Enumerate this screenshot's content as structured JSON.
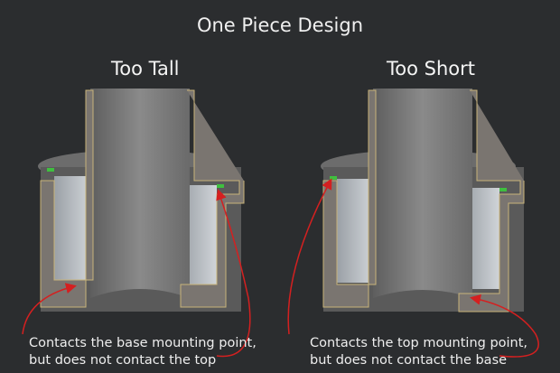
{
  "title": "One Piece Design",
  "panels": [
    {
      "heading": "Too Tall",
      "caption_line1": "Contacts the base mounting point,",
      "caption_line2": "but does not contact the top"
    },
    {
      "heading": "Too Short",
      "caption_line1": "Contacts the top mounting point,",
      "caption_line2": "but does not contact the base"
    }
  ],
  "colors": {
    "background": "#2b2d2f",
    "arrow": "#d42020",
    "section": "#7a7570",
    "edge": "#c8b47a",
    "body": "#7c7c7c",
    "contact": "#3fbf3f"
  }
}
